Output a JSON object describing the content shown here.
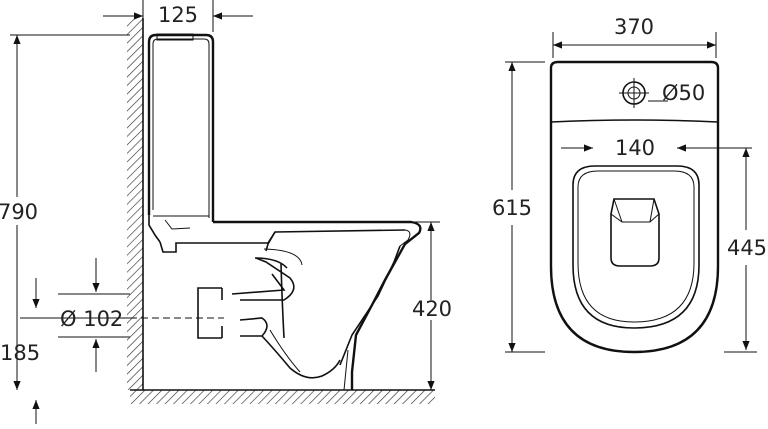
{
  "side_view": {
    "dimensions": {
      "tank_depth": "125",
      "total_height": "790",
      "seat_height": "420",
      "outlet_height": "185",
      "outlet_diameter": "Ø 102"
    }
  },
  "top_view": {
    "dimensions": {
      "total_width": "370",
      "total_length": "615",
      "hole_diameter": "Ø50",
      "seat_width": "140",
      "bowl_length": "445"
    }
  }
}
